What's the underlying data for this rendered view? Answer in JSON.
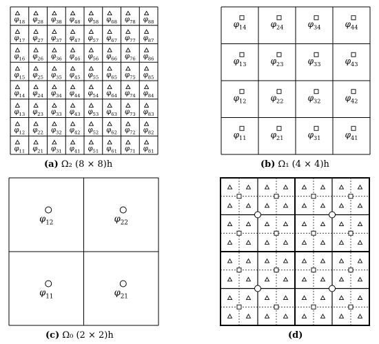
{
  "panels": {
    "a": {
      "caption_label": "(a)",
      "caption_text": "Ω₂ (8 × 8)h",
      "marker": "triangle-icon",
      "symbol": "φ",
      "n": 8
    },
    "b": {
      "caption_label": "(b)",
      "caption_text": "Ω₁ (4 × 4)h",
      "marker": "square-icon",
      "symbol": "φ",
      "n": 4
    },
    "c": {
      "caption_label": "(c)",
      "caption_text": "Ω₀ (2 × 2)h",
      "marker": "circle-icon",
      "symbol": "φ",
      "n": 2
    },
    "d": {
      "caption_label": "(d)",
      "caption_text": "",
      "markers": [
        "triangle-icon",
        "square-icon",
        "circle-icon"
      ]
    }
  }
}
